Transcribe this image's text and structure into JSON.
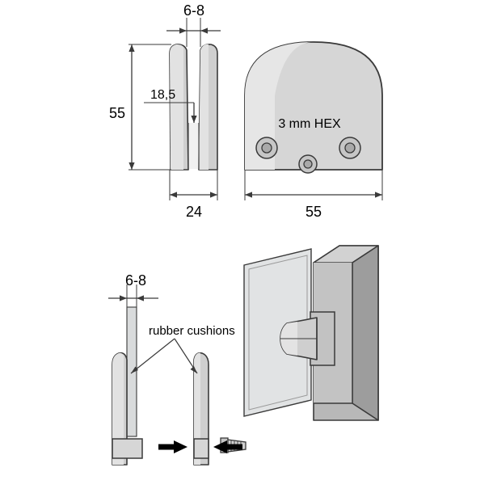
{
  "diagram": {
    "title": "glass clamp technical drawing",
    "colors": {
      "line": "#3a3a3a",
      "metal_light": "#e2e2e2",
      "metal_mid": "#c9c9c9",
      "metal_dark": "#a8a8a8",
      "glass": "#d8dadb",
      "post_light": "#d0d0d0",
      "post_mid": "#b4b4b4",
      "post_dark": "#9a9a9a",
      "text": "#000000"
    },
    "labels": {
      "top_thickness": "6-8",
      "height_55": "55",
      "inner_185": "18,5",
      "depth_24": "24",
      "width_55": "55",
      "hex_note": "3 mm HEX",
      "bottom_thickness": "6-8",
      "rubber_cushions": "rubber cushions"
    }
  }
}
